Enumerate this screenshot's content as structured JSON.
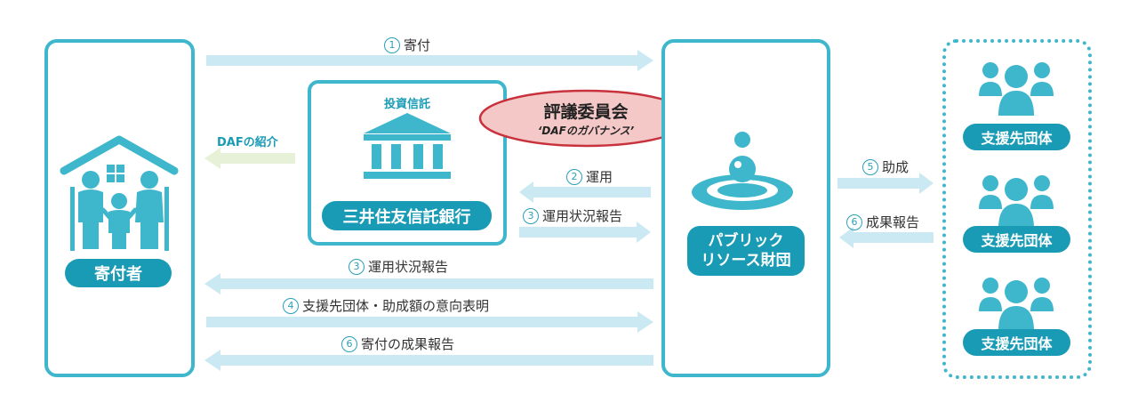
{
  "donor": {
    "label": "寄付者"
  },
  "bank": {
    "top_label": "投資信託",
    "name": "三井住友信託銀行"
  },
  "committee": {
    "title": "評議委員会",
    "subtitle": "‘DAFのガバナンス’"
  },
  "foundation": {
    "name_line1": "パブリック",
    "name_line2": "リソース財団"
  },
  "recipients": [
    {
      "label": "支援先団体"
    },
    {
      "label": "支援先団体"
    },
    {
      "label": "支援先団体"
    }
  ],
  "flows": {
    "f1": {
      "num": "1",
      "text": "寄付"
    },
    "daf_intro": {
      "text": "DAFの紹介"
    },
    "f2": {
      "num": "2",
      "text": "運用"
    },
    "f3a": {
      "num": "3",
      "text": "運用状況報告"
    },
    "f3b": {
      "num": "3",
      "text": "運用状況報告"
    },
    "f4": {
      "num": "4",
      "text": "支援先団体・助成額の意向表明"
    },
    "f6b": {
      "num": "6",
      "text": "寄付の成果報告"
    },
    "f5": {
      "num": "5",
      "text": "助成"
    },
    "f6a": {
      "num": "6",
      "text": "成果報告"
    }
  },
  "colors": {
    "accent": "#1a9bb5",
    "border": "#3eb6cc",
    "arrow": "#cbe9f2",
    "arrow_green": "#e6f1d8",
    "committee_fill": "#f5c8c8",
    "committee_border": "#c8323c"
  }
}
